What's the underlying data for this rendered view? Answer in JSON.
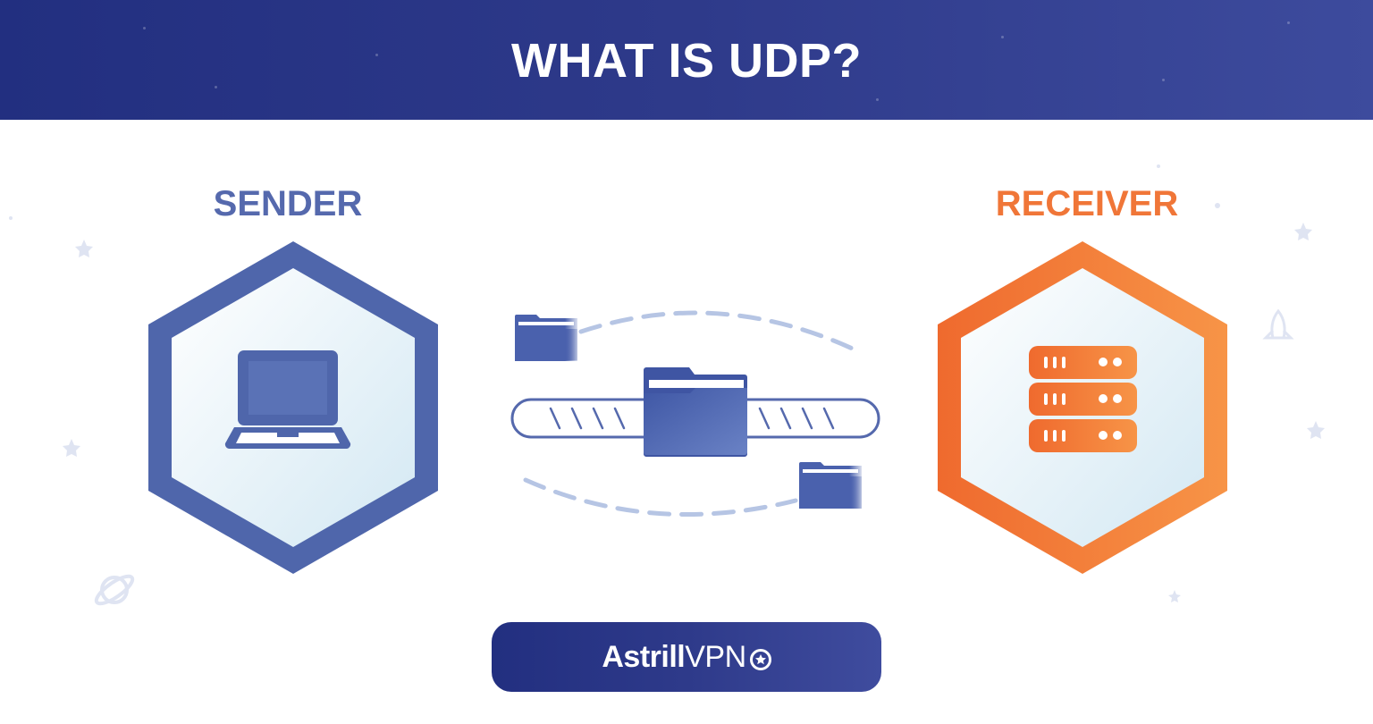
{
  "header": {
    "title": "WHAT IS UDP?"
  },
  "sender": {
    "label": "SENDER",
    "color": "#5569ad",
    "icon": "laptop-icon"
  },
  "receiver": {
    "label": "RECEIVER",
    "color": "#f07638",
    "icon": "server-icon"
  },
  "transfer": {
    "icon": "folder-icon",
    "connector": "transfer-bar"
  },
  "brand": {
    "name_bold": "Astrill",
    "name_regular": "VPN",
    "badge_icon": "star-circle-icon"
  },
  "colors": {
    "header_start": "#222f80",
    "header_end": "#3d4b9d",
    "sender": "#5569ad",
    "receiver": "#f07638"
  }
}
